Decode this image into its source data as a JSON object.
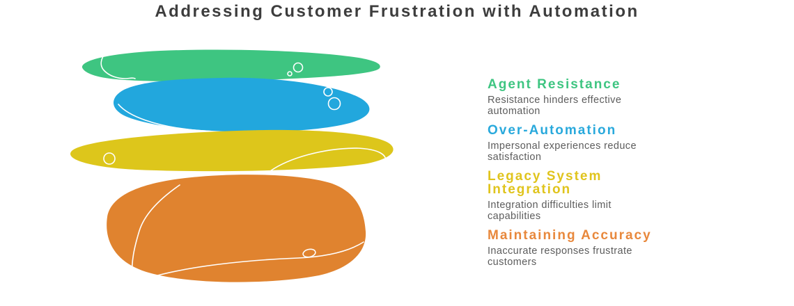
{
  "title": "Addressing Customer Frustration with Automation",
  "colors": {
    "title_text": "#3d3d3d",
    "body_text": "#5c5c5c",
    "background": "#ffffff"
  },
  "sections": [
    {
      "heading": "Agent Resistance",
      "description": "Resistance hinders effective\nautomation",
      "color": "#3ec581"
    },
    {
      "heading": "Over-Automation",
      "description": "Impersonal experiences reduce\nsatisfaction",
      "color": "#29a9dc"
    },
    {
      "heading": "Legacy System\nIntegration",
      "description": "Integration difficulties limit\ncapabilities",
      "color": "#e0c41d"
    },
    {
      "heading": "Maintaining Accuracy",
      "description": "Inaccurate responses frustrate\ncustomers",
      "color": "#e8883c"
    }
  ],
  "blobs": [
    {
      "name": "agent-resistance-blob",
      "color": "#3ec581"
    },
    {
      "name": "over-automation-blob",
      "color": "#22a7dd"
    },
    {
      "name": "legacy-system-integration-blob",
      "color": "#ddc61b"
    },
    {
      "name": "maintaining-accuracy-blob",
      "color": "#e0832f"
    }
  ]
}
